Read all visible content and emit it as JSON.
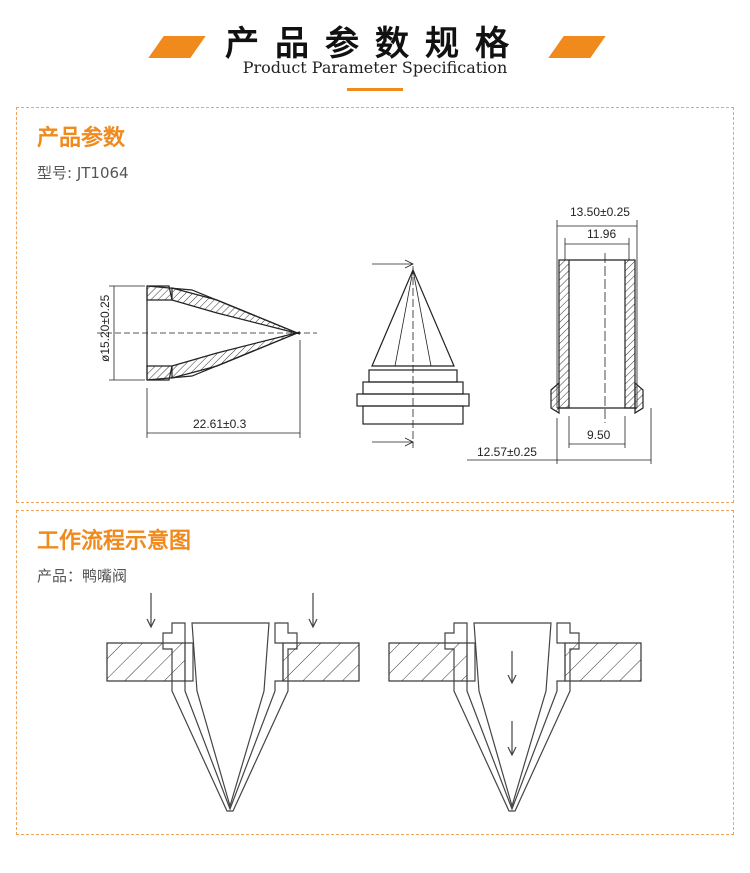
{
  "header": {
    "title_cn": "产品参数规格",
    "title_en": "Product Parameter Specification",
    "accent": "#f08a1c"
  },
  "params": {
    "title": "产品参数",
    "model": "型号: JT1064",
    "dims": {
      "diameter": "ø15.20±0.25",
      "length": "22.61±0.3",
      "outer_top": "13.50±0.25",
      "inner_top": "11.96",
      "inner_bottom": "9.50",
      "outer_bottom": "12.57±0.25"
    }
  },
  "workflow": {
    "title": "工作流程示意图",
    "product": "产品：鸭嘴阀"
  }
}
